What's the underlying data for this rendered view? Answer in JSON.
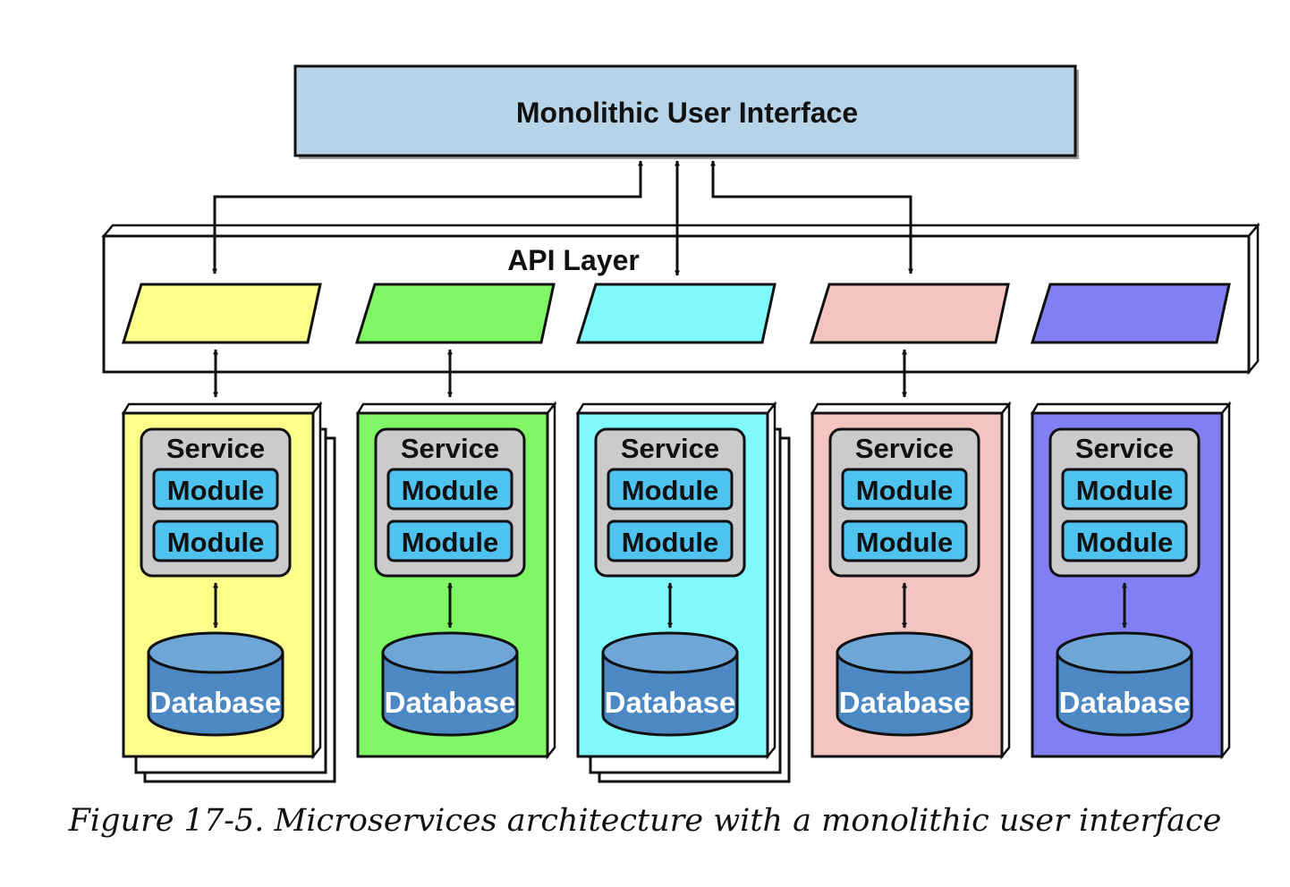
{
  "ui": {
    "label": "Monolithic User Interface",
    "fill": "#b7d3e8"
  },
  "api_layer": {
    "label": "API Layer"
  },
  "apis": [
    {
      "color": "#fdfd8a"
    },
    {
      "color": "#80f865"
    },
    {
      "color": "#80f9fc"
    },
    {
      "color": "#f4c4c0"
    },
    {
      "color": "#8080f4"
    }
  ],
  "services": [
    {
      "color": "#fdfd8a",
      "stacked": true,
      "service_label": "Service",
      "modules": [
        "Module",
        "Module"
      ],
      "db_label": "Database"
    },
    {
      "color": "#80f865",
      "stacked": false,
      "service_label": "Service",
      "modules": [
        "Module",
        "Module"
      ],
      "db_label": "Database"
    },
    {
      "color": "#80f9fc",
      "stacked": true,
      "service_label": "Service",
      "modules": [
        "Module",
        "Module"
      ],
      "db_label": "Database"
    },
    {
      "color": "#f4c4c0",
      "stacked": false,
      "service_label": "Service",
      "modules": [
        "Module",
        "Module"
      ],
      "db_label": "Database"
    },
    {
      "color": "#8080f4",
      "stacked": false,
      "service_label": "Service",
      "modules": [
        "Module",
        "Module"
      ],
      "db_label": "Database"
    }
  ],
  "colors": {
    "service_box": "#cbcbcb",
    "module": "#4fc3ef",
    "database": "#4c88c4",
    "database_top": "#6fa6d8",
    "line": "#111111"
  },
  "caption": "Figure 17-5. Microservices architecture with a monolithic user interface"
}
